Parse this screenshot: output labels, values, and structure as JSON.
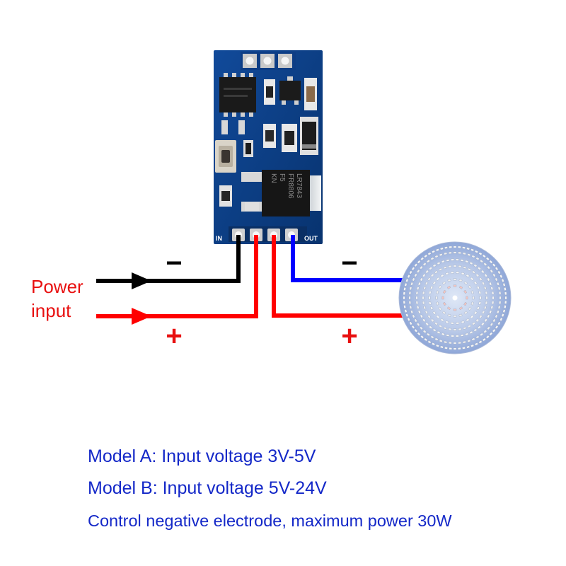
{
  "diagram": {
    "power_input_label_line1": "Power",
    "power_input_label_line2": "input",
    "input_negative_sign": "−",
    "input_positive_sign": "+",
    "output_negative_sign": "−",
    "output_positive_sign": "+",
    "pin_in_label": "IN",
    "pin_out_label": "OUT",
    "chip_marking_line1": "LR7843",
    "chip_marking_line2": "FR8806",
    "chip_marking_line3": "F5",
    "chip_marking_line4": "KN",
    "colors": {
      "input_negative_wire": "#000000",
      "input_positive_wire": "#ff0000",
      "output_negative_wire": "#0000ff",
      "output_positive_wire": "#ff0000",
      "label_red": "#e81010",
      "caption_blue": "#1428c8",
      "pcb_blue": "#0b3b82"
    }
  },
  "captions": {
    "line1": "Model A: Input voltage 3V-5V",
    "line2": "Model B: Input voltage 5V-24V",
    "line3": "Control negative electrode, maximum power 30W"
  }
}
